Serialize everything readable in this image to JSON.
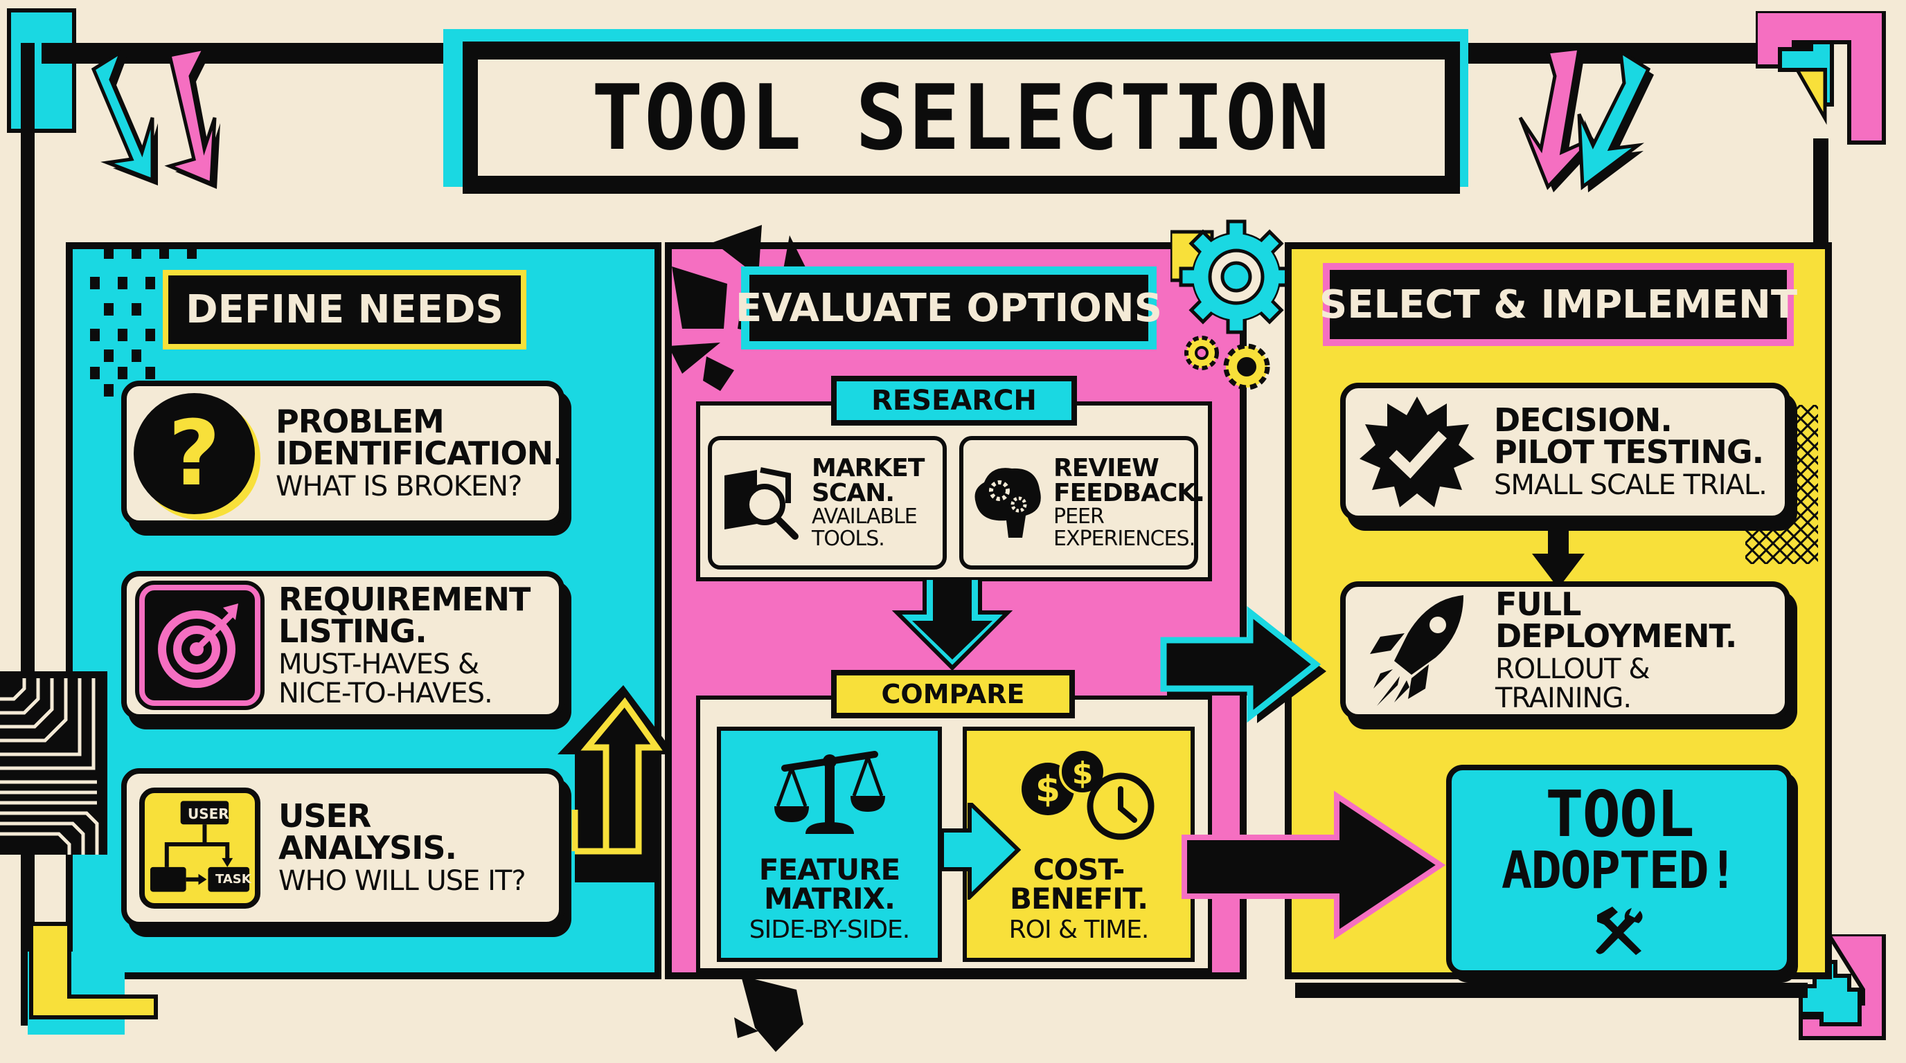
{
  "title": "TOOL SELECTION",
  "colors": {
    "background": "#f4ead6",
    "cyan": "#1ad8e2",
    "pink": "#f56fc1",
    "yellow": "#f8e03a",
    "ink": "#0c0c0c"
  },
  "columns": [
    {
      "header": "DEFINE NEEDS",
      "color": "cyan",
      "steps": [
        {
          "icon": "question-mark-icon",
          "title_l1": "PROBLEM",
          "title_l2": "IDENTIFICATION.",
          "sub_l1": "WHAT IS BROKEN?",
          "sub_l2": ""
        },
        {
          "icon": "target-icon",
          "title_l1": "REQUIREMENT",
          "title_l2": "LISTING.",
          "sub_l1": "MUST-HAVES &",
          "sub_l2": "NICE-TO-HAVES."
        },
        {
          "icon": "user-task-flow-icon",
          "title_l1": "USER",
          "title_l2": "ANALYSIS.",
          "sub_l1": "WHO WILL USE IT?",
          "sub_l2": "",
          "icon_labels": {
            "top": "USER",
            "bottom": "TASK"
          }
        }
      ]
    },
    {
      "header": "EVALUATE OPTIONS",
      "color": "pink",
      "groups": [
        {
          "label": "RESEARCH",
          "items": [
            {
              "icon": "book-magnifier-icon",
              "title_l1": "MARKET",
              "title_l2": "SCAN.",
              "sub_l1": "AVAILABLE",
              "sub_l2": "TOOLS."
            },
            {
              "icon": "brain-gears-icon",
              "title_l1": "REVIEW",
              "title_l2": "FEEDBACK.",
              "sub_l1": "PEER",
              "sub_l2": "EXPERIENCES."
            }
          ]
        },
        {
          "label": "COMPARE",
          "items": [
            {
              "icon": "balance-scale-icon",
              "title_l1": "FEATURE",
              "title_l2": "MATRIX.",
              "sub_l1": "SIDE-BY-SIDE."
            },
            {
              "icon": "coins-clock-icon",
              "title_l1": "COST-",
              "title_l2": "BENEFIT.",
              "sub_l1": "ROI & TIME."
            }
          ]
        }
      ]
    },
    {
      "header": "SELECT & IMPLEMENT",
      "color": "yellow",
      "steps": [
        {
          "icon": "check-badge-icon",
          "title_l1": "DECISION.",
          "title_l2": "PILOT TESTING.",
          "sub_l1": "SMALL SCALE TRIAL."
        },
        {
          "icon": "rocket-icon",
          "title_l1": "FULL",
          "title_l2": "DEPLOYMENT.",
          "sub_l1": "ROLLOUT & TRAINING."
        }
      ],
      "result": {
        "line1": "TOOL",
        "line2": "ADOPTED!",
        "icon": "hammer-wrench-icon"
      }
    }
  ]
}
